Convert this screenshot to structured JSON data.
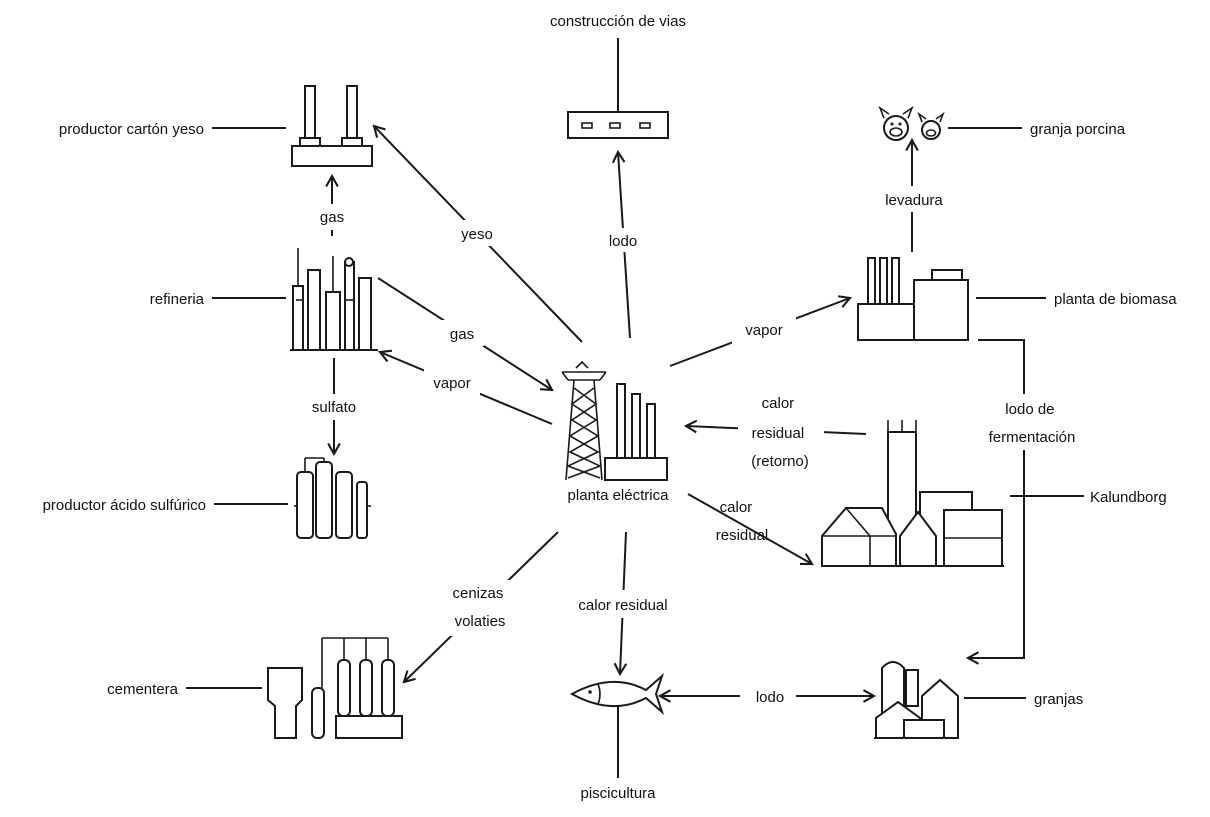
{
  "facilities": {
    "power_plant": "planta eléctrica",
    "road_construction": "construcción de vias",
    "gypsum_board": "productor cartón yeso",
    "refinery": "refineria",
    "sulfuric_acid": "productor ácido sulfúrico",
    "cement": "cementera",
    "fish_farm": "piscicultura",
    "farms": "granjas",
    "pig_farm": "granja porcina",
    "biomass": "planta de biomasa",
    "town": "Kalundborg"
  },
  "flows": {
    "yeso": "yeso",
    "lodo_top": "lodo",
    "gas_up": "gas",
    "gas_to_plant": "gas",
    "vapor_to_refinery": "vapor",
    "sulfato": "sulfato",
    "vapor_to_biomass": "vapor",
    "levadura": "levadura",
    "lodo_fermentacion": [
      "lodo de",
      "fermentación"
    ],
    "calor_residual_retorno": [
      "calor",
      "residual",
      "(retorno)"
    ],
    "calor_residual_town": [
      "calor",
      "residual"
    ],
    "cenizas_volatiles": [
      "cenizas",
      "volaties"
    ],
    "calor_residual_fish": "calor residual",
    "lodo_fish_farms": "lodo"
  }
}
